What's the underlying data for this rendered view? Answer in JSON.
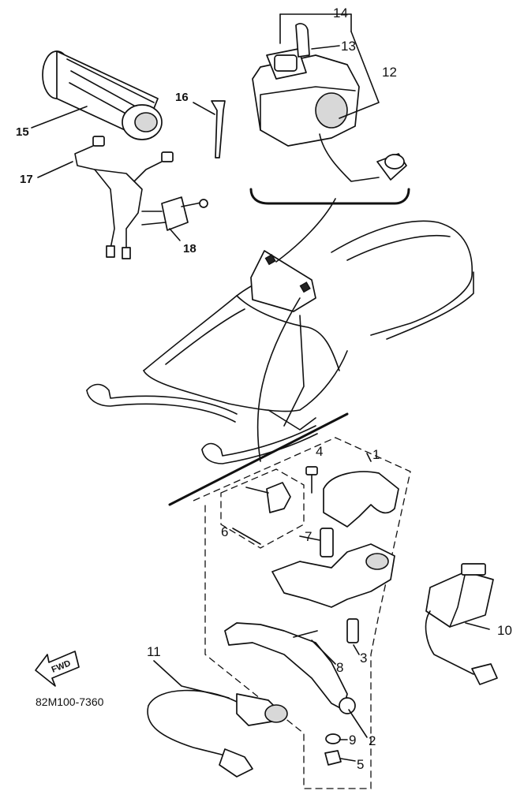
{
  "diagram": {
    "part_code": "82M100-7360",
    "fwd_label": "FWD",
    "callouts": [
      {
        "id": "c1",
        "text": "1"
      },
      {
        "id": "c2",
        "text": "2"
      },
      {
        "id": "c3",
        "text": "3"
      },
      {
        "id": "c4",
        "text": "4"
      },
      {
        "id": "c5",
        "text": "5"
      },
      {
        "id": "c6",
        "text": "6"
      },
      {
        "id": "c7",
        "text": "7"
      },
      {
        "id": "c8",
        "text": "8"
      },
      {
        "id": "c9",
        "text": "9"
      },
      {
        "id": "c10",
        "text": "10"
      },
      {
        "id": "c11",
        "text": "11"
      },
      {
        "id": "c12",
        "text": "12"
      },
      {
        "id": "c13",
        "text": "13"
      },
      {
        "id": "c14",
        "text": "14"
      },
      {
        "id": "c15",
        "text": "15"
      },
      {
        "id": "c16",
        "text": "16"
      },
      {
        "id": "c17",
        "text": "17"
      },
      {
        "id": "c18",
        "text": "18"
      }
    ]
  }
}
